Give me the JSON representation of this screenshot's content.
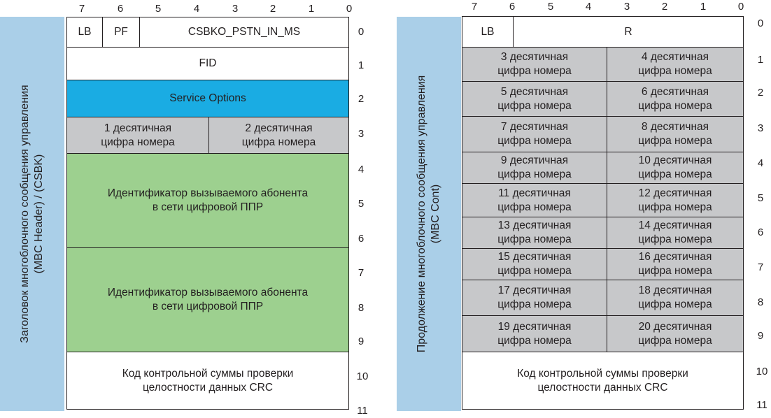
{
  "left": {
    "bit_numbers": [
      "7",
      "6",
      "5",
      "4",
      "3",
      "2",
      "1",
      "0"
    ],
    "octet_numbers": [
      "0",
      "1",
      "2",
      "3",
      "4",
      "5",
      "6",
      "7",
      "8",
      "9",
      "10",
      "11"
    ],
    "side_label": "Заголовок многоблочного сообщения управления\n(MBC Header) / (CSBK)",
    "lb": "LB",
    "pf": "PF",
    "opcode": "CSBKO_PSTN_IN_MS",
    "fid": "FID",
    "service_options": "Service Options",
    "digit1": "1 десятичная\nцифра номера",
    "digit2": "2 десятичная\nцифра номера",
    "called_id_1": "Идентификатор вызываемого абонента\nв сети цифровой ППР",
    "called_id_2": "Идентификатор вызываемого абонента\nв сети цифровой ППР",
    "crc": "Код контрольной суммы проверки\nцелостности данных CRC"
  },
  "right": {
    "bit_numbers": [
      "7",
      "6",
      "5",
      "4",
      "3",
      "2",
      "1",
      "0"
    ],
    "octet_numbers": [
      "0",
      "1",
      "2",
      "3",
      "4",
      "5",
      "6",
      "7",
      "8",
      "9",
      "10",
      "11"
    ],
    "side_label": "Продолжение многоблочного сообщения управления\n(MBC Cont)",
    "lb": "LB",
    "r": "R",
    "digits": [
      [
        "3 десятичная\nцифра номера",
        "4 десятичная\nцифра номера"
      ],
      [
        "5 десятичная\nцифра номера",
        "6 десятичная\nцифра номера"
      ],
      [
        "7 десятичная\nцифра номера",
        "8 десятичная\nцифра номера"
      ],
      [
        "9 десятичная\nцифра номера",
        "10 десятичная\nцифра номера"
      ],
      [
        "11 десятичная\nцифра номера",
        "12 десятичная\nцифра номера"
      ],
      [
        "13 десятичная\nцифра номера",
        "14 десятичная\nцифра номера"
      ],
      [
        "15 десятичная\nцифра номера",
        "16 десятичная\nцифра номера"
      ],
      [
        "17 десятичная\nцифра номера",
        "18 десятичная\nцифра номера"
      ],
      [
        "19 десятичная\nцифра номера",
        "20 десятичная\nцифра номера"
      ]
    ],
    "crc": "Код контрольной суммы проверки\nцелостности данных CRC"
  },
  "colors": {
    "side_band": "#aacfe8",
    "service_options": "#1aace3",
    "digit_cells": "#c7c8ca",
    "called_id": "#9dd08f",
    "border": "#231f20"
  }
}
